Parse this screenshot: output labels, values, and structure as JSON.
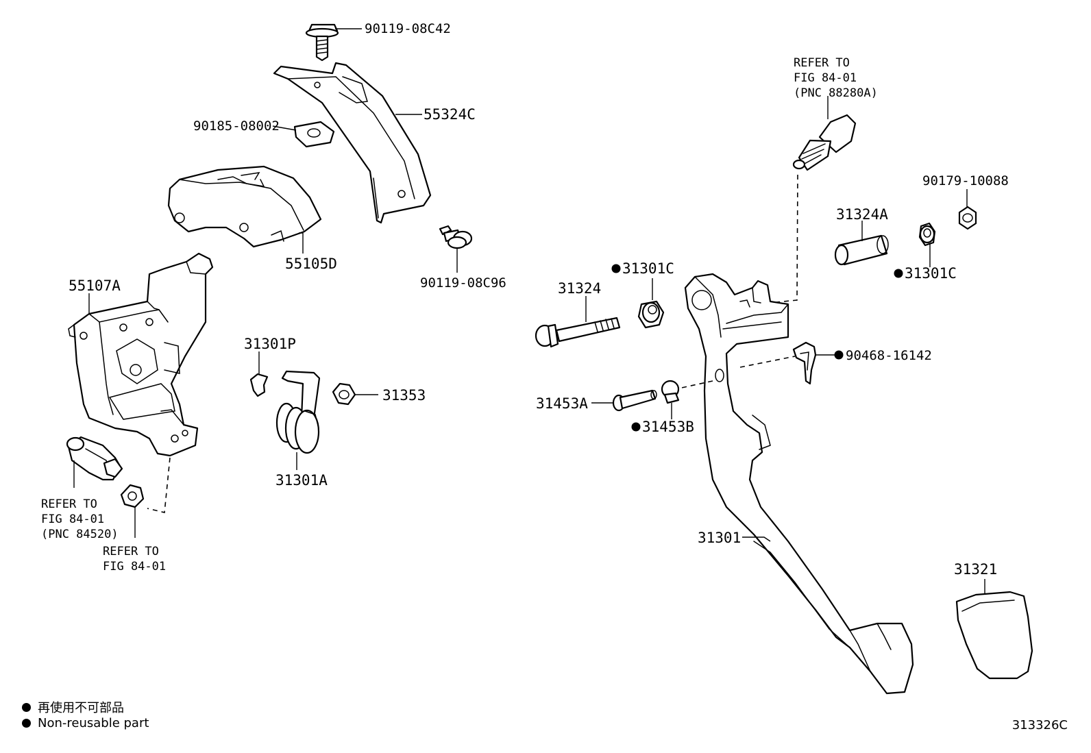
{
  "labels": {
    "p90119_08C42": "90119-08C42",
    "p55324C": "55324C",
    "p90185_08002": "90185-08002",
    "p55105D": "55105D",
    "p90119_08C96": "90119-08C96",
    "p55107A": "55107A",
    "p31301P": "31301P",
    "p31353": "31353",
    "p31301A": "31301A",
    "refer_84520": [
      "REFER TO",
      "FIG 84-01",
      "(PNC 84520)"
    ],
    "refer_nut": [
      "REFER TO",
      "FIG 84-01"
    ],
    "refer_88280A": [
      "REFER TO",
      "FIG 84-01",
      "(PNC 88280A)"
    ],
    "p90179_10088": "90179-10088",
    "p31324A": "31324A",
    "p31301C_right": "31301C",
    "p31301C_left": "31301C",
    "p31324": "31324",
    "p90468_16142": "90468-16142",
    "p31453A": "31453A",
    "p31453B": "31453B",
    "p31301": "31301",
    "p31321": "31321"
  },
  "legend": {
    "line1": "再使用不可部品",
    "line2": "Non-reusable part"
  },
  "figure_number": "313326C"
}
